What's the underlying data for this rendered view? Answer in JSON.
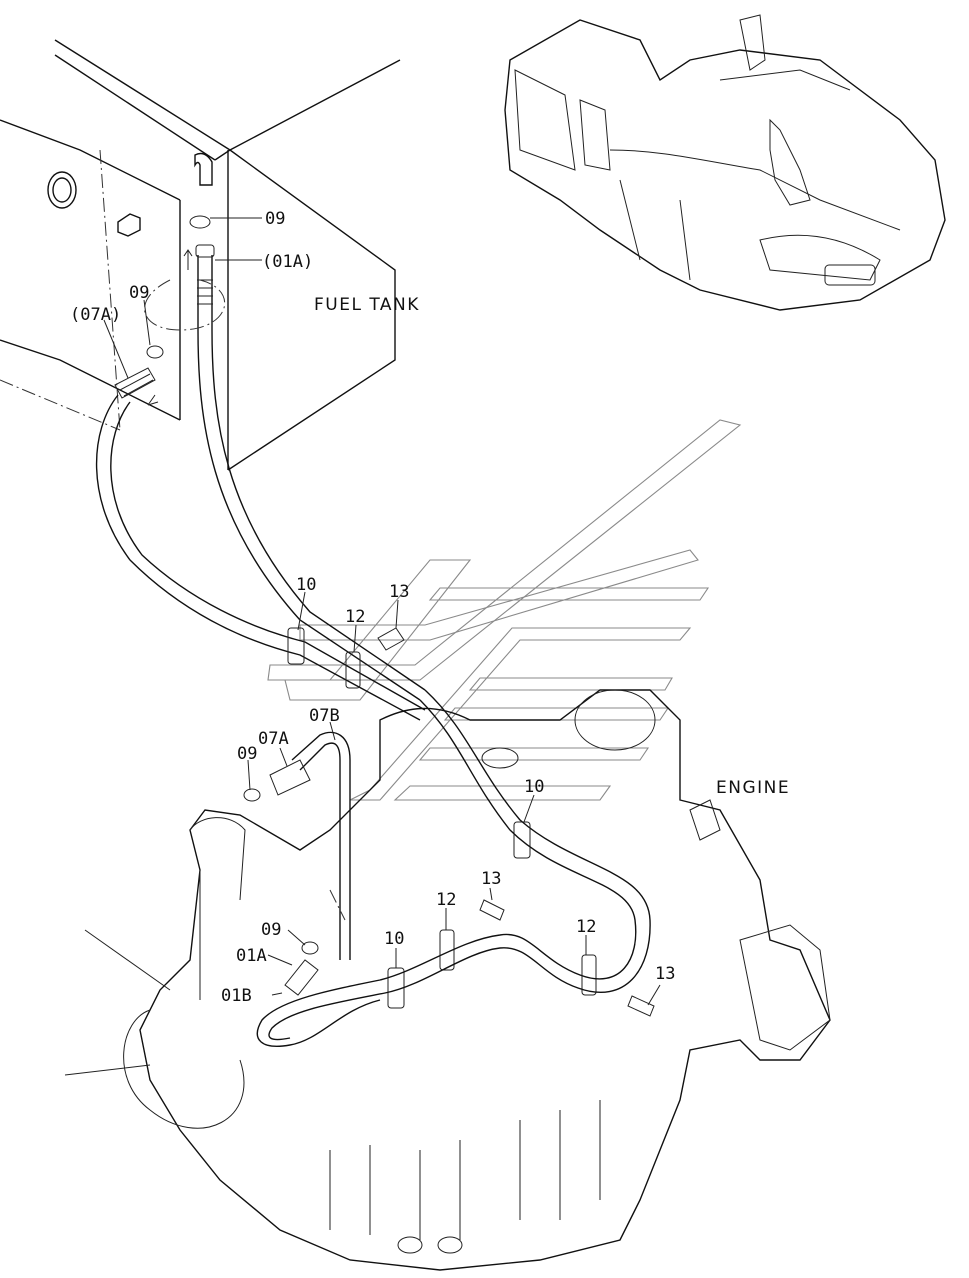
{
  "diagram": {
    "areas": {
      "fuel_tank": "FUEL TANK",
      "engine": "ENGINE"
    },
    "callouts": [
      {
        "id": "c-09-top",
        "text": "09"
      },
      {
        "id": "c-01a-top",
        "text": "(01A)"
      },
      {
        "id": "c-09-mid",
        "text": "09"
      },
      {
        "id": "c-07a-top",
        "text": "(07A)"
      },
      {
        "id": "c-10-a",
        "text": "10"
      },
      {
        "id": "c-13-a",
        "text": "13"
      },
      {
        "id": "c-12-a",
        "text": "12"
      },
      {
        "id": "c-07b",
        "text": "07B"
      },
      {
        "id": "c-07a-bot",
        "text": "07A"
      },
      {
        "id": "c-09-bot",
        "text": "09"
      },
      {
        "id": "c-10-b",
        "text": "10"
      },
      {
        "id": "c-13-b",
        "text": "13"
      },
      {
        "id": "c-12-b",
        "text": "12"
      },
      {
        "id": "c-12-c",
        "text": "12"
      },
      {
        "id": "c-10-c",
        "text": "10"
      },
      {
        "id": "c-09-low",
        "text": "09"
      },
      {
        "id": "c-01a-low",
        "text": "01A"
      },
      {
        "id": "c-01b",
        "text": "01B"
      },
      {
        "id": "c-13-c",
        "text": "13"
      }
    ]
  }
}
